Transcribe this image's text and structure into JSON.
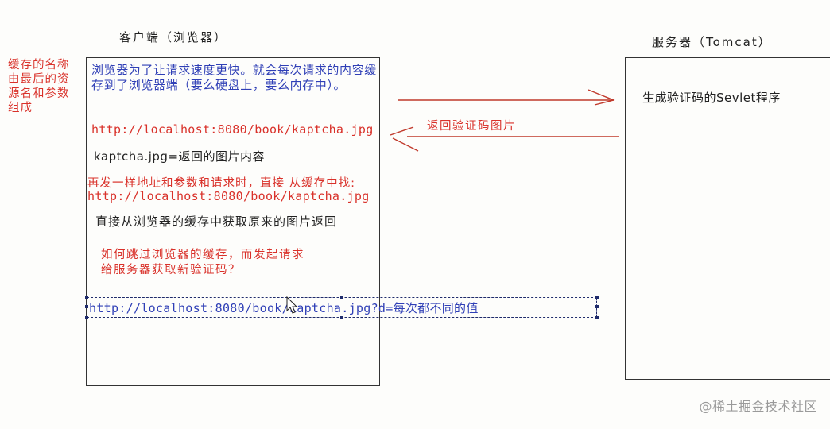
{
  "client": {
    "title": "客户端（浏览器）",
    "paragraph": "浏览器为了让请求速度更快。就会每次请求的内容缓存到了浏览器端（要么硬盘上，要么内存中）。",
    "url_first": "http://localhost:8080/book/kaptcha.jpg",
    "response_note": "kaptcha.jpg=返回的图片内容",
    "repeat_note": "再发一样地址和参数和请求时，直接 从缓存中找:",
    "url_second": "http://localhost:8080/book/kaptcha.jpg",
    "cache_note": "直接从浏览器的缓存中获取原来的图片返回",
    "question_line1": "如何跳过浏览器的缓存，而发起请求",
    "question_line2": "给服务器获取新验证码？",
    "url_bypass": "http://localhost:8080/book/kaptcha.jpg?d=每次都不同的值"
  },
  "side_note": "缓存的名称由最后的资源名和参数组成",
  "server": {
    "title": "服务器（Tomcat）",
    "content": "生成验证码的Sevlet程序"
  },
  "arrows": {
    "request_label": "",
    "response_label": "返回验证码图片"
  },
  "watermark": "@稀土掘金技术社区",
  "colors": {
    "red": "#d9312a",
    "blue": "#2f3fb6",
    "arrow": "#c0392b",
    "selection": "#1f2b6b"
  }
}
